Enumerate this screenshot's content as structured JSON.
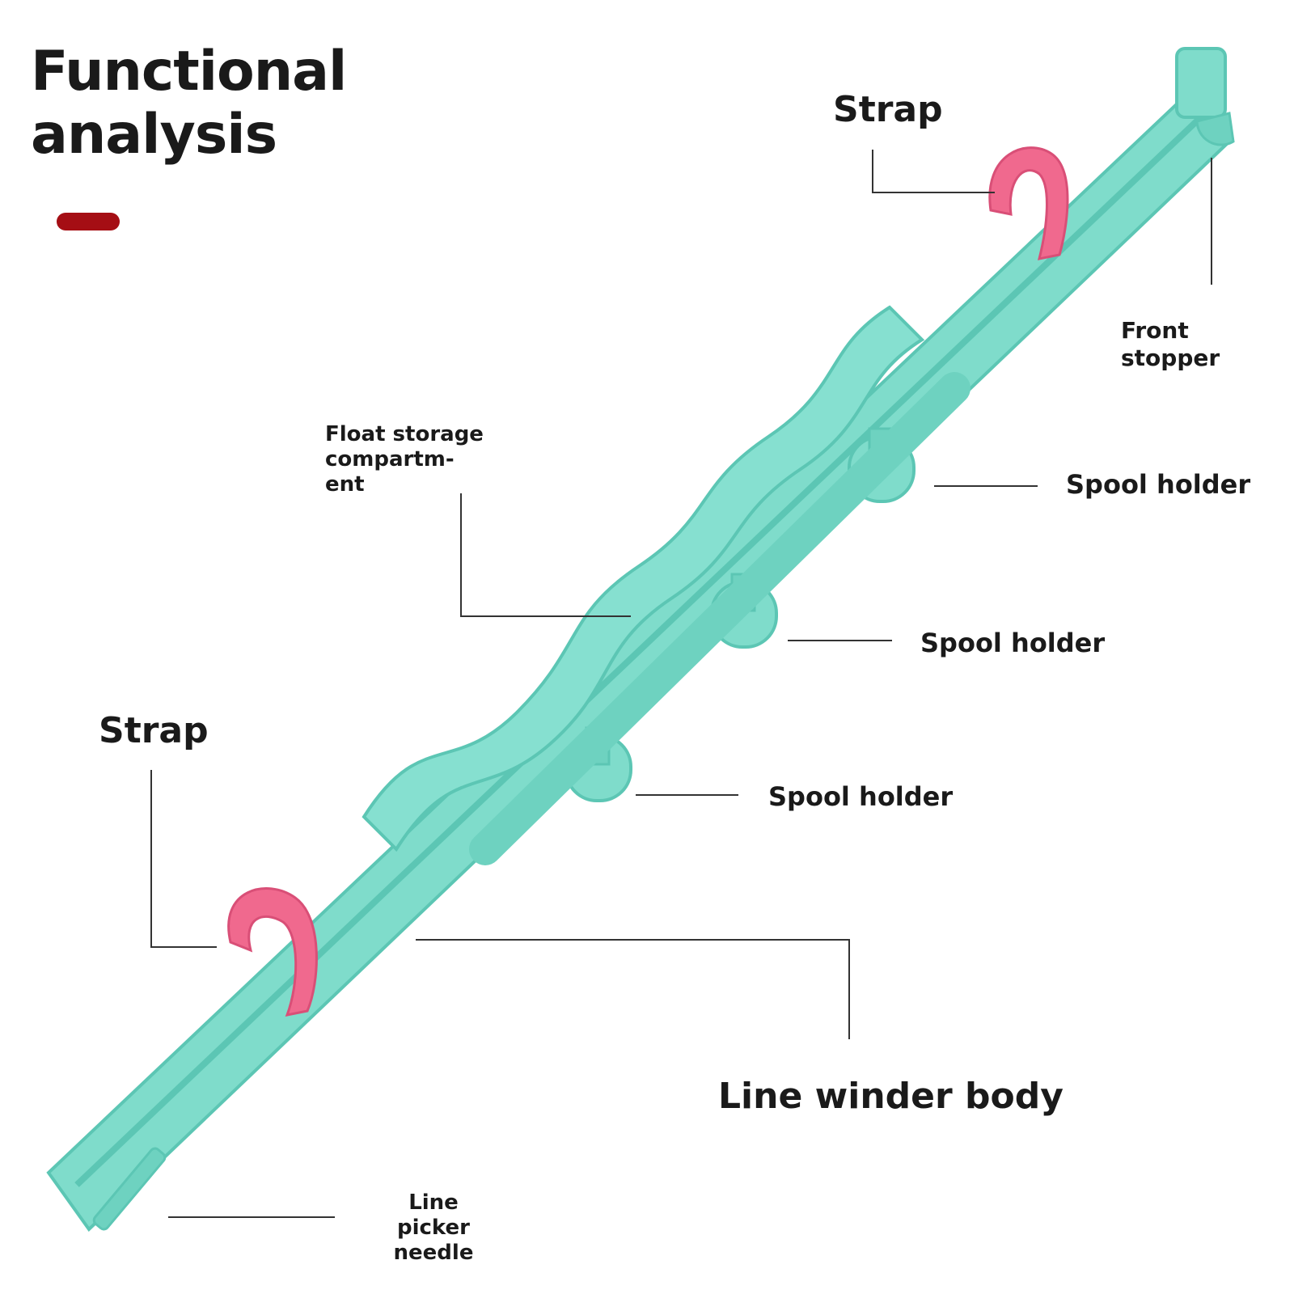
{
  "title": "Functional\nanalysis",
  "labels": {
    "strap_top": "Strap",
    "front_stopper": "Front stopper",
    "float_storage": "Float storage compartm-\nent",
    "spool_holder_1": "Spool holder",
    "spool_holder_2": "Spool holder",
    "spool_holder_3": "Spool holder",
    "strap_left": "Strap",
    "line_winder_body": "Line winder body",
    "line_picker_needle": "Line picker\nneedle"
  },
  "colors": {
    "body": "#7fdccb",
    "body_dark": "#5cc6b4",
    "strap": "#f0698e",
    "accent_bar": "#a50e14",
    "leader": "#333333"
  }
}
